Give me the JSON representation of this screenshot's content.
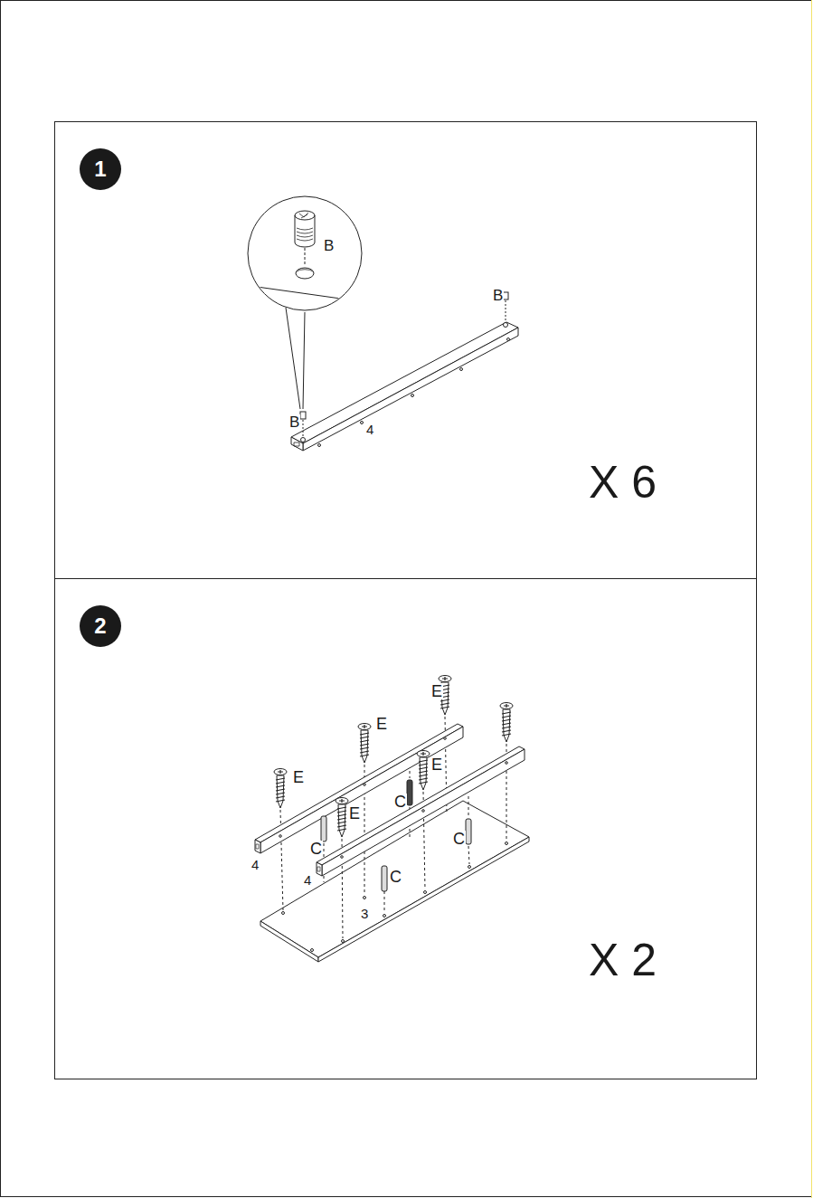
{
  "diagram": {
    "nodes": [
      {
        "text": [
          "1"
        ]
      },
      {
        "text": [
          "2"
        ]
      }
    ],
    "labels": [
      "B",
      "B",
      "B",
      "4",
      "X 6",
      "E",
      "E",
      "E",
      "E",
      "E",
      "C",
      "C",
      "C",
      "C",
      "4",
      "4",
      "3",
      "X 2"
    ]
  }
}
